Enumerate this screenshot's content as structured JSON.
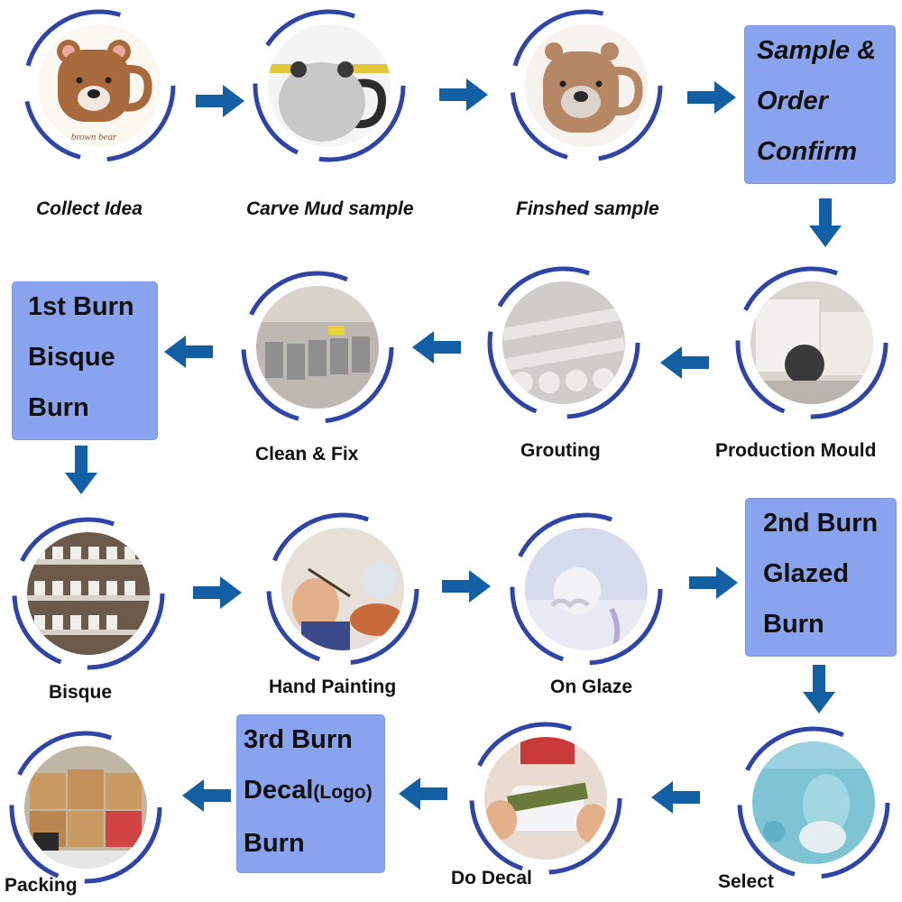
{
  "colors": {
    "ring": "#2e44a6",
    "arrow": "#125fa3",
    "box": "#8aa3ef",
    "text": "#111111"
  },
  "row1": {
    "collect": {
      "label": "Collect Idea",
      "caption": "brown bear"
    },
    "carve": {
      "label": "Carve Mud sample"
    },
    "finished": {
      "label": "Finshed sample"
    },
    "confirm": {
      "lines": [
        "Sample &",
        "Order",
        "Confirm"
      ]
    }
  },
  "row2": {
    "mould": {
      "label": "Production Mould"
    },
    "grouting": {
      "label": "Grouting"
    },
    "clean": {
      "label": "Clean & Fix"
    },
    "burn1": {
      "lines": [
        "1st Burn",
        "Bisque",
        "Burn"
      ]
    }
  },
  "row3": {
    "bisque": {
      "label": "Bisque"
    },
    "painting": {
      "label": "Hand Painting"
    },
    "glaze": {
      "label": "On Glaze"
    },
    "burn2": {
      "lines": [
        "2nd Burn",
        "Glazed",
        "Burn"
      ]
    }
  },
  "row4": {
    "select": {
      "label": "Select"
    },
    "decal": {
      "label": "Do Decal"
    },
    "burn3": {
      "line1": "3rd Burn",
      "line2": "Decal",
      "line2_small": "(Logo)",
      "line3": "Burn"
    },
    "packing": {
      "label": "Packing"
    }
  }
}
